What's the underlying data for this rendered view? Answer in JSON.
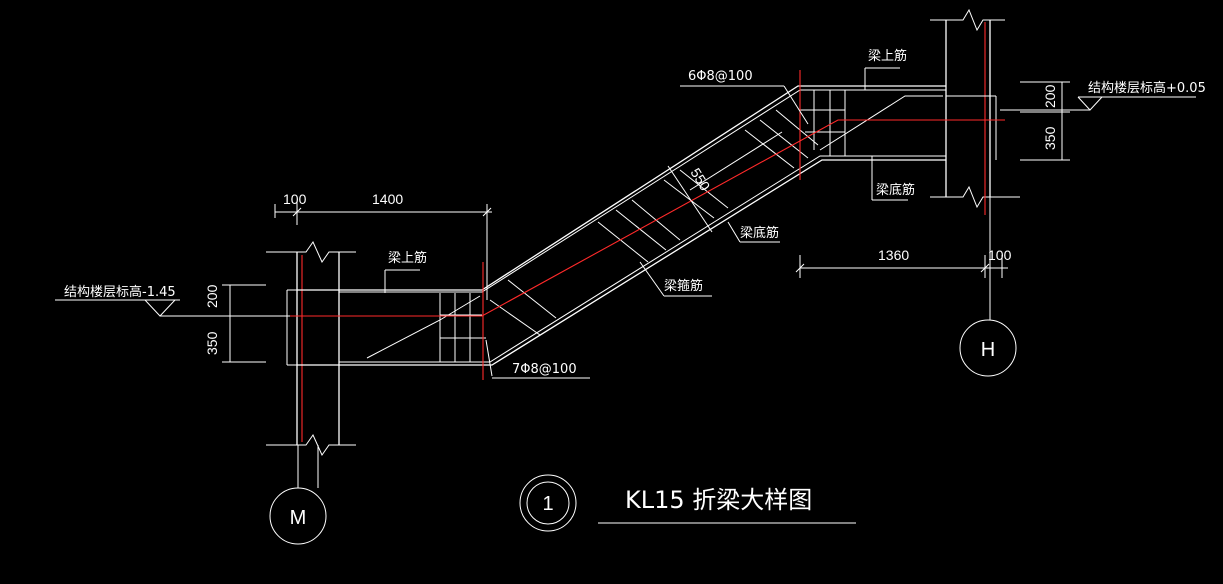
{
  "title": "KL15 折梁大样图",
  "detail_no": "1",
  "axes": {
    "left": "M",
    "right": "H"
  },
  "labels": {
    "top_bar_left": "梁上筋",
    "top_bar_right": "梁上筋",
    "bottom_bar_right": "梁底筋",
    "bottom_bar_slope": "梁底筋",
    "waist_bar": "梁箍筋",
    "stirrup_left": "7Φ8@100",
    "stirrup_right": "6Φ8@100"
  },
  "elevations": {
    "left": "结构楼层标高-1.45",
    "right": "结构楼层标高+0.05"
  },
  "dimensions": {
    "left_100": "100",
    "left_1400": "1400",
    "left_200": "200",
    "left_350": "350",
    "slope_550": "550",
    "right_1360": "1360",
    "right_100": "100",
    "right_200": "200",
    "right_350": "350"
  },
  "colors": {
    "background": "#000000",
    "line": "#ffffff",
    "centerline": "#ff2a2a"
  }
}
